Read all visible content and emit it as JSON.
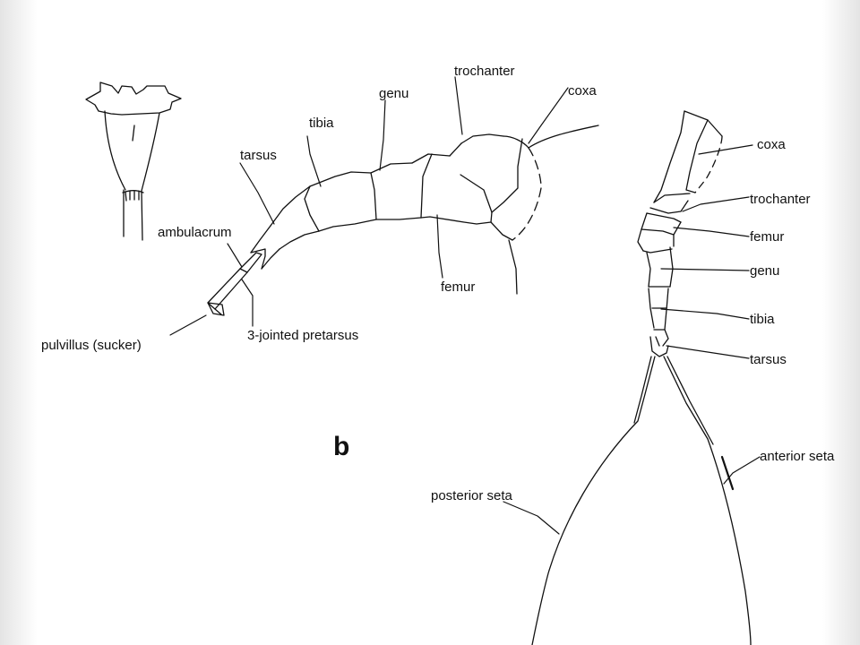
{
  "diagram": {
    "panel_label": "b",
    "labels": {
      "trochanter": "trochanter",
      "coxa": "coxa",
      "genu": "genu",
      "tibia": "tibia",
      "tarsus": "tarsus",
      "ambulacrum": "ambulacrum",
      "femur": "femur",
      "pulvillus": "pulvillus (sucker)",
      "pretarsus": "3-jointed pretarsus"
    },
    "right_leg_labels": {
      "coxa": "coxa",
      "trochanter": "trochanter",
      "femur": "femur",
      "genu": "genu",
      "tibia": "tibia",
      "tarsus": "tarsus",
      "anterior_seta": "anterior seta",
      "posterior_seta": "posterior seta"
    },
    "colors": {
      "ink": "#111111",
      "background": "#ffffff"
    }
  }
}
